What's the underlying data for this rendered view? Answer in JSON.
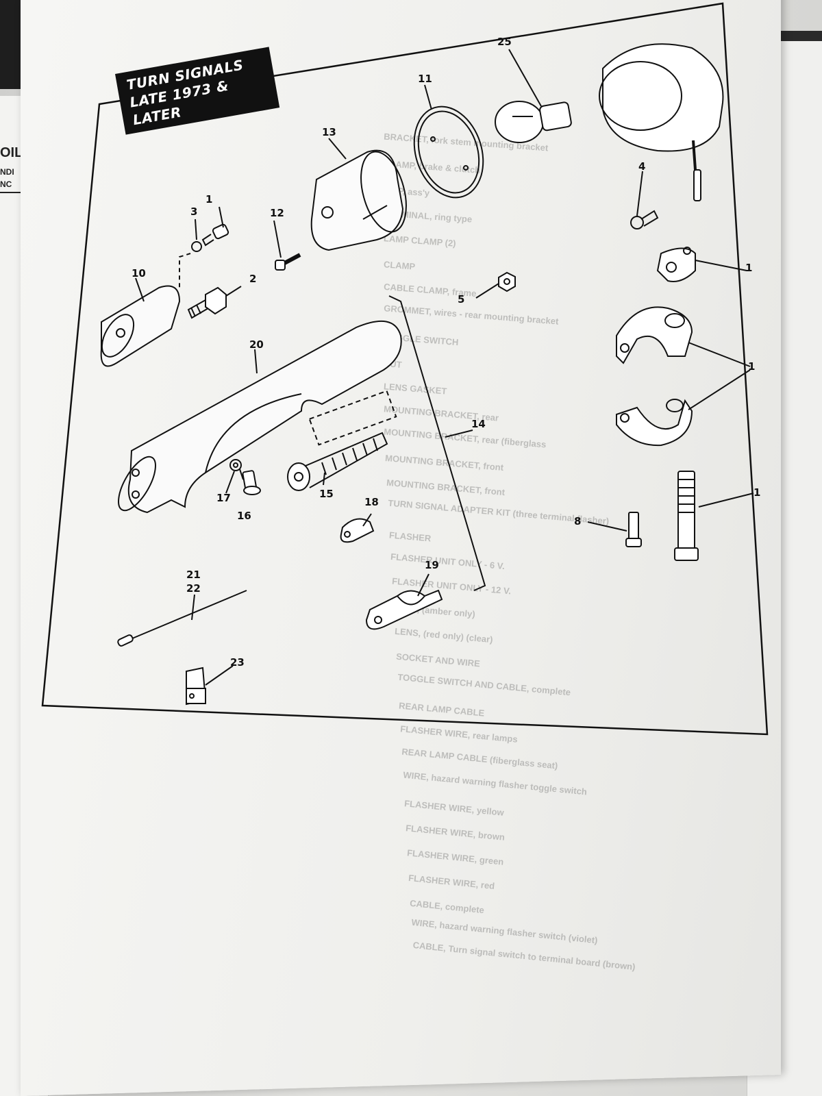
{
  "header": {
    "title_line1": "TURN SIGNALS",
    "title_line2": "LATE 1973 & LATER"
  },
  "left_page_fragments": [
    "OIL",
    "NDI",
    "NC"
  ],
  "callouts": [
    "1",
    "2",
    "3",
    "4",
    "5",
    "8",
    "10",
    "11",
    "12",
    "13",
    "14",
    "15",
    "16",
    "17",
    "18",
    "19",
    "20",
    "21",
    "22",
    "23",
    "25",
    "1",
    "1",
    "1"
  ],
  "bleed_through_text": [
    "BRACKET, fork stem mounting bracket",
    "CLAMP, brake & clutch",
    "CLIP, ass'y",
    "TERMINAL, ring type",
    "LAMP CLAMP (2)",
    "CLAMP",
    "CABLE CLAMP, frame",
    "GROMMET, wires - rear mounting bracket",
    "TOGGLE SWITCH",
    "NUT",
    "LENS GASKET",
    "MOUNTING BRACKET, rear",
    "MOUNTING BRACKET, rear (fiberglass",
    "MOUNTING BRACKET, front",
    "MOUNTING BRACKET, front",
    "TURN SIGNAL ADAPTER KIT (three terminal flasher)",
    "FLASHER",
    "FLASHER UNIT ONLY - 6 V.",
    "FLASHER UNIT ONLY - 12 V.",
    "LENS, (amber only)",
    "LENS, (red only) (clear)",
    "SOCKET AND WIRE",
    "TOGGLE SWITCH AND CABLE, complete",
    "REAR LAMP CABLE",
    "FLASHER WIRE, rear lamps",
    "REAR LAMP CABLE (fiberglass seat)",
    "WIRE, hazard warning flasher toggle switch",
    "FLASHER WIRE, yellow",
    "FLASHER WIRE, brown",
    "FLASHER WIRE, green",
    "FLASHER WIRE, red",
    "CABLE, complete",
    "WIRE, hazard warning flasher switch (violet)",
    "CABLE, Turn signal switch to terminal board (brown)"
  ]
}
